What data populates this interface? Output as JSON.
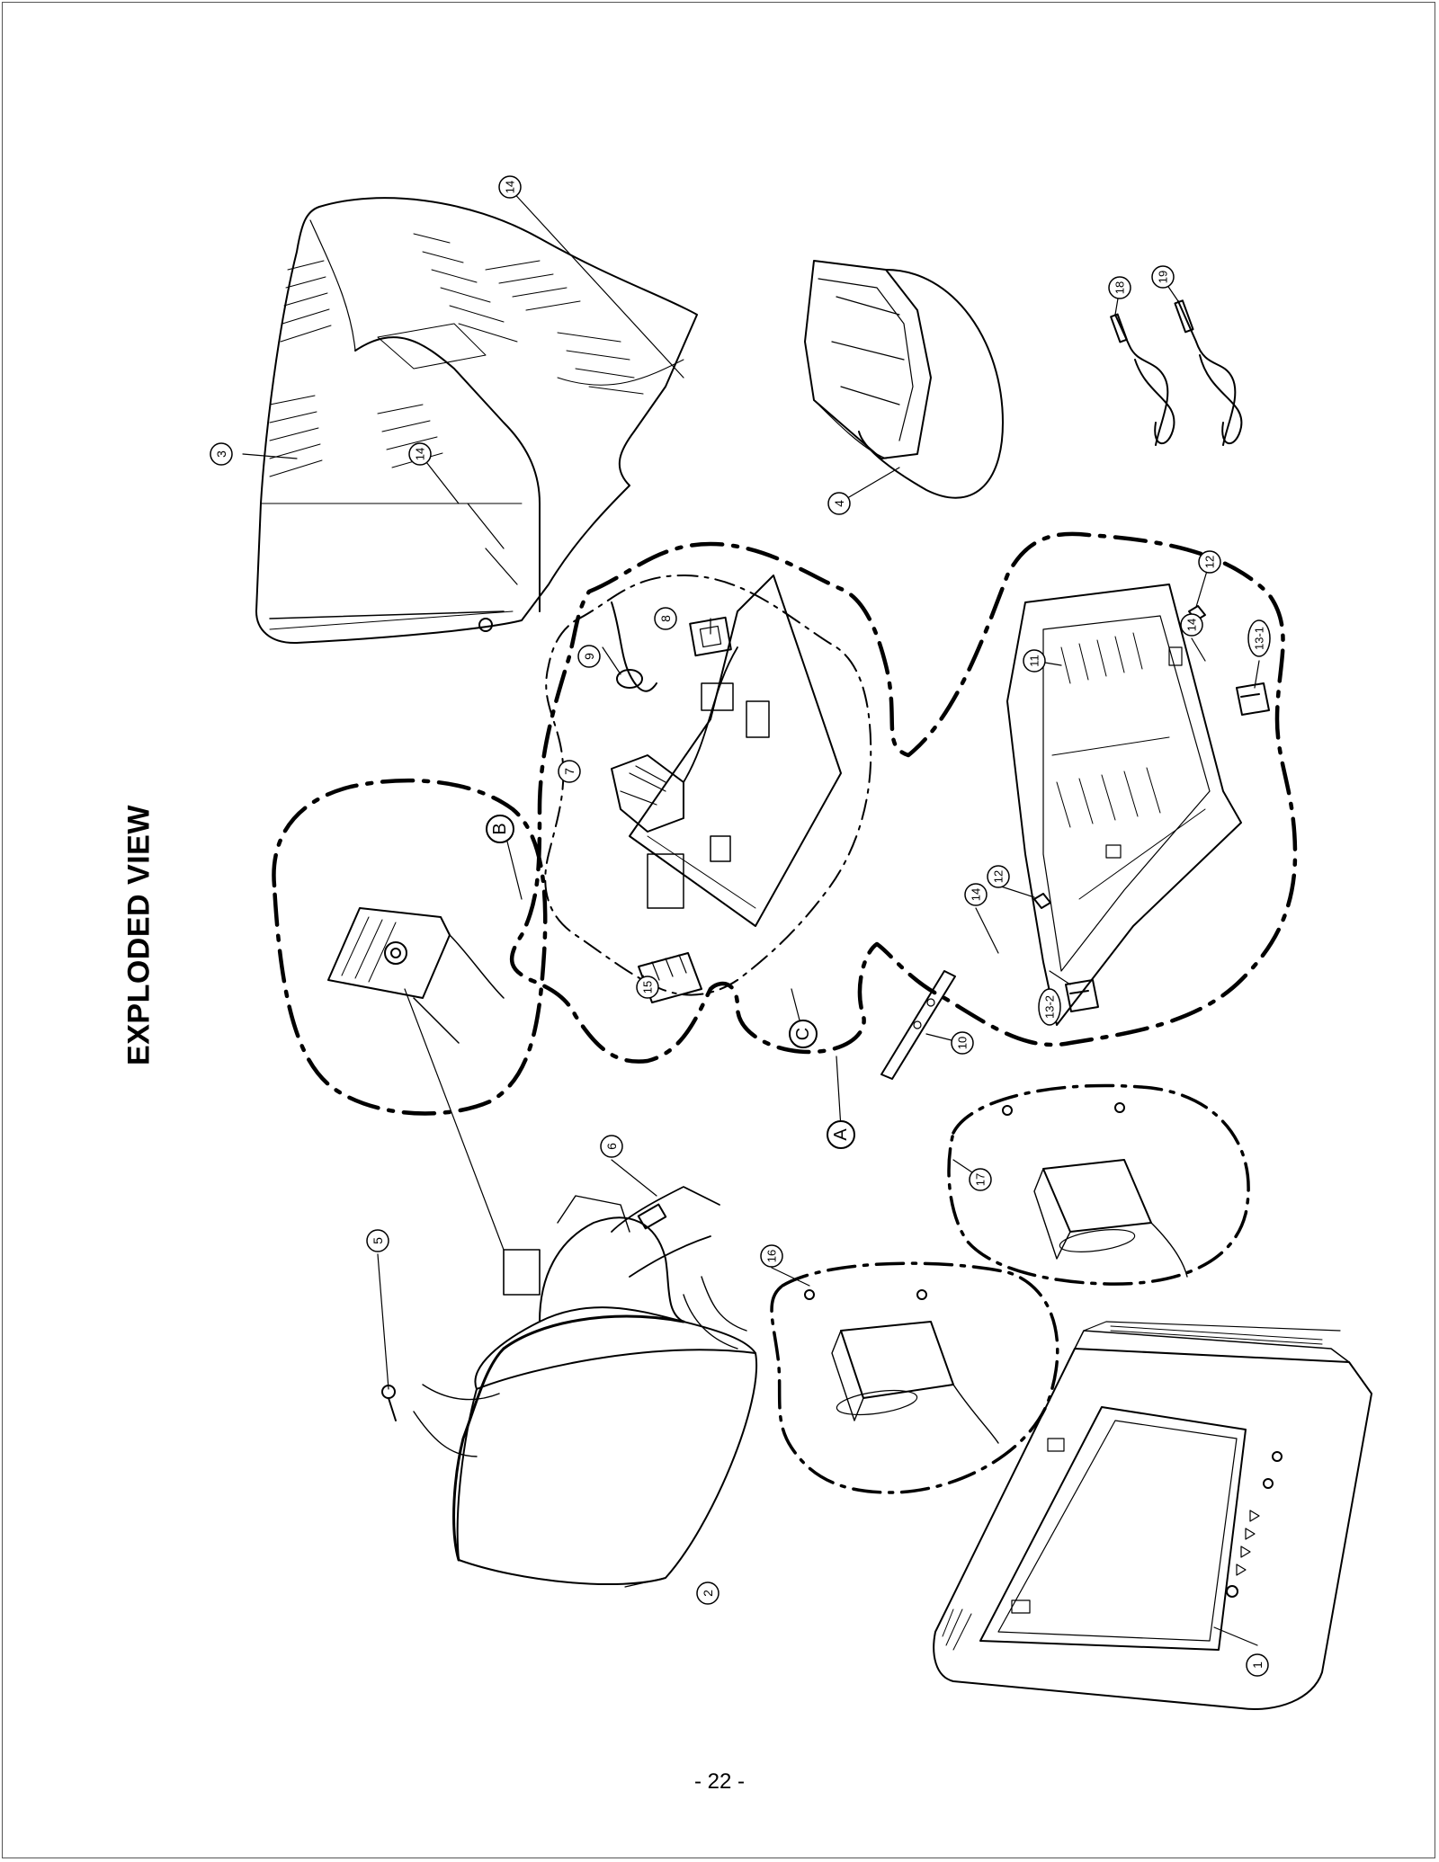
{
  "title": "EXPLODED VIEW",
  "page_number": "- 22 -",
  "part_callouts": [
    "1",
    "2",
    "3",
    "4",
    "5",
    "6",
    "7",
    "8",
    "9",
    "10",
    "11",
    "12",
    "12",
    "13-1",
    "13-2",
    "14",
    "14",
    "14",
    "14",
    "15",
    "16",
    "17",
    "18",
    "19"
  ],
  "group_callouts": [
    "A",
    "B",
    "C"
  ]
}
